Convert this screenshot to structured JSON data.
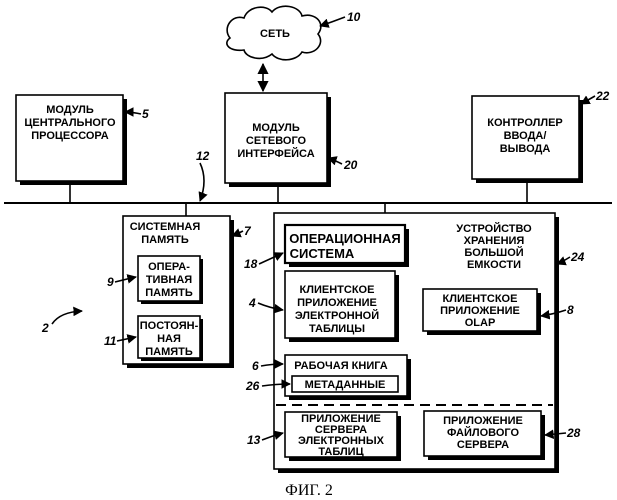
{
  "network": {
    "label": "СЕТЬ",
    "ref": "10"
  },
  "cpu": {
    "lines": [
      "МОДУЛЬ",
      "ЦЕНТРАЛЬНОГО",
      "ПРОЦЕССОРА"
    ],
    "ref": "5"
  },
  "nic": {
    "lines": [
      "МОДУЛЬ",
      "СЕТЕВОГО",
      "ИНТЕРФЕЙСА"
    ],
    "ref": "20"
  },
  "io": {
    "lines": [
      "КОНТРОЛЛЕР",
      "ВВОДА/",
      "ВЫВОДА"
    ],
    "ref": "22"
  },
  "bus": {
    "ref": "12"
  },
  "system_memory": {
    "lines": [
      "СИСТЕМНАЯ",
      "ПАМЯТЬ"
    ],
    "ref": "7",
    "ram": {
      "lines": [
        "ОПЕРА-",
        "ТИВНАЯ",
        "ПАМЯТЬ"
      ],
      "ref": "9"
    },
    "rom": {
      "lines": [
        "ПОСТОЯН-",
        "НАЯ",
        "ПАМЯТЬ"
      ],
      "ref": "11"
    }
  },
  "storage": {
    "lines": [
      "УСТРОЙСТВО",
      "ХРАНЕНИЯ",
      "БОЛЬШОЙ",
      "ЕМКОСТИ"
    ],
    "ref": "24",
    "os": {
      "lines": [
        "ОПЕРАЦИОННАЯ",
        "СИСТЕМА"
      ],
      "ref": "18"
    },
    "spreadsheet_client": {
      "lines": [
        "КЛИЕНТСКОЕ",
        "ПРИЛОЖЕНИЕ",
        "ЭЛЕКТРОННОЙ",
        "ТАБЛИЦЫ"
      ],
      "ref": "4"
    },
    "olap_client": {
      "lines": [
        "КЛИЕНТСКОЕ",
        "ПРИЛОЖЕНИЕ",
        "OLAP"
      ],
      "ref": "8"
    },
    "workbook": {
      "label": "РАБОЧАЯ КНИГА",
      "ref": "6"
    },
    "metadata": {
      "label": "МЕТАДАННЫЕ",
      "ref": "26"
    },
    "spreadsheet_server": {
      "lines": [
        "ПРИЛОЖЕНИЕ",
        "СЕРВЕРА",
        "ЭЛЕКТРОННЫХ",
        "ТАБЛИЦ"
      ],
      "ref": "13"
    },
    "file_server": {
      "lines": [
        "ПРИЛОЖЕНИЕ",
        "ФАЙЛОВОГО",
        "СЕРВЕРА"
      ],
      "ref": "28"
    }
  },
  "system": {
    "ref": "2"
  },
  "caption": "ФИГ. 2"
}
